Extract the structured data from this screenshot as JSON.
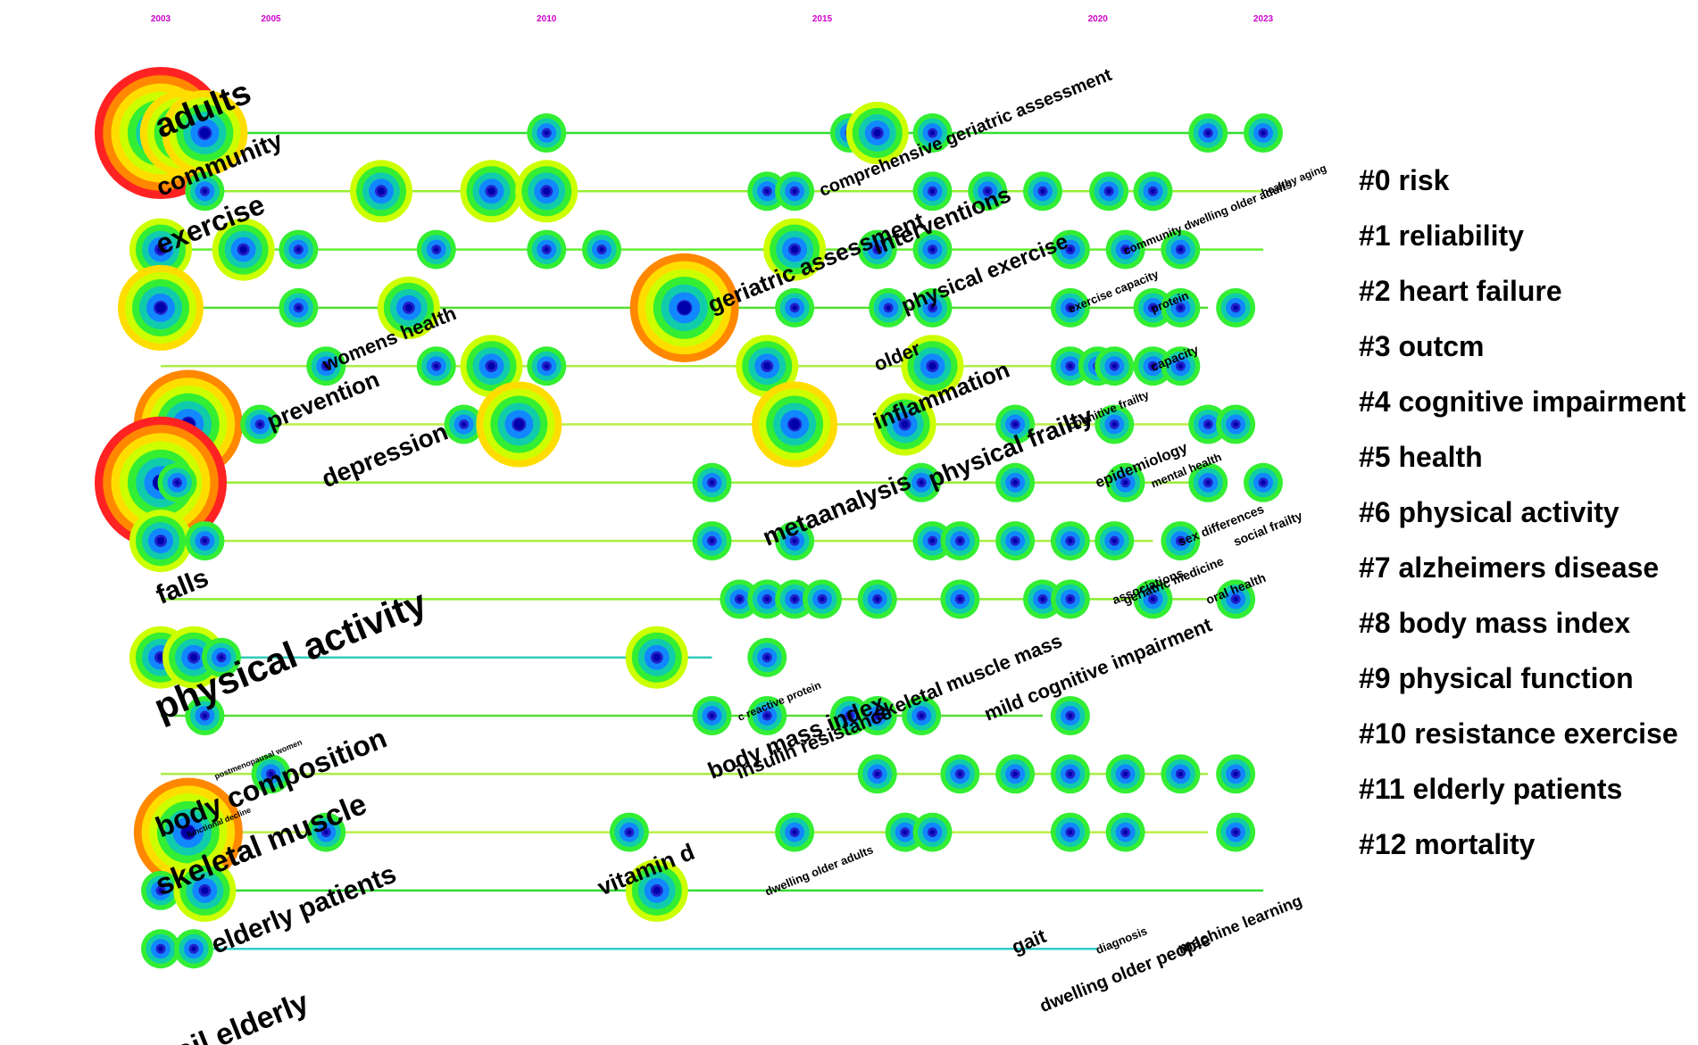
{
  "chart_data": {
    "type": "scatter",
    "title": "",
    "xlabel": "",
    "ylabel": "",
    "x_ticks": [
      2003,
      2005,
      2010,
      2015,
      2020,
      2023
    ],
    "xlim": [
      2003,
      2023
    ],
    "grid": false,
    "legend_position": "right",
    "clusters": [
      {
        "label": "#0 risk"
      },
      {
        "label": "#1 reliability"
      },
      {
        "label": "#2 heart failure"
      },
      {
        "label": "#3 outcm"
      },
      {
        "label": "#4 cognitive impairment"
      },
      {
        "label": "#5 health"
      },
      {
        "label": "#6 physical activity"
      },
      {
        "label": "#7 alzheimers disease"
      },
      {
        "label": "#8 body mass index"
      },
      {
        "label": "#9 physical function"
      },
      {
        "label": "#10 resistance exercise"
      },
      {
        "label": "#11 elderly patients"
      },
      {
        "label": "#12 mortality"
      }
    ],
    "timelines": [
      {
        "row": 0,
        "start": 2003,
        "end": 2023,
        "color": "#33dd33"
      },
      {
        "row": 1,
        "start": 2003,
        "end": 2023,
        "color": "#99ee33"
      },
      {
        "row": 2,
        "start": 2003,
        "end": 2023,
        "color": "#66ee33"
      },
      {
        "row": 3,
        "start": 2003,
        "end": 2022,
        "color": "#55dd33"
      },
      {
        "row": 4,
        "start": 2003,
        "end": 2021,
        "color": "#aaee44"
      },
      {
        "row": 5,
        "start": 2003,
        "end": 2022,
        "color": "#bbee44"
      },
      {
        "row": 6,
        "start": 2003,
        "end": 2022,
        "color": "#99ee33"
      },
      {
        "row": 7,
        "start": 2003,
        "end": 2021,
        "color": "#aaee44"
      },
      {
        "row": 8,
        "start": 2003,
        "end": 2022,
        "color": "#88ee33"
      },
      {
        "row": 9,
        "start": 2003,
        "end": 2013,
        "color": "#33ccbb"
      },
      {
        "row": 10,
        "start": 2003,
        "end": 2019,
        "color": "#55dd33"
      },
      {
        "row": 11,
        "start": 2003,
        "end": 2022,
        "color": "#aaee44"
      },
      {
        "row": 12,
        "start": 2003,
        "end": 2022,
        "color": "#bbee44"
      },
      {
        "row": 13,
        "start": 2003,
        "end": 2023,
        "color": "#33dd33"
      },
      {
        "row": 14,
        "start": 2003,
        "end": 2020,
        "color": "#33cccc"
      }
    ],
    "nodes": [
      {
        "row": 0,
        "year": 2003,
        "size": 5
      },
      {
        "row": 0,
        "year": 2003.4,
        "size": 3
      },
      {
        "row": 0,
        "year": 2003.8,
        "size": 3
      },
      {
        "row": 0,
        "year": 2010,
        "size": 1
      },
      {
        "row": 0,
        "year": 2015.5,
        "size": 1
      },
      {
        "row": 0,
        "year": 2016,
        "size": 2
      },
      {
        "row": 0,
        "year": 2017,
        "size": 1
      },
      {
        "row": 0,
        "year": 2022,
        "size": 1
      },
      {
        "row": 0,
        "year": 2023,
        "size": 1
      },
      {
        "row": 1,
        "year": 2003.8,
        "size": 1
      },
      {
        "row": 1,
        "year": 2007,
        "size": 2
      },
      {
        "row": 1,
        "year": 2009,
        "size": 2
      },
      {
        "row": 1,
        "year": 2010,
        "size": 2
      },
      {
        "row": 1,
        "year": 2014,
        "size": 1
      },
      {
        "row": 1,
        "year": 2014.5,
        "size": 1
      },
      {
        "row": 1,
        "year": 2017,
        "size": 1
      },
      {
        "row": 1,
        "year": 2018,
        "size": 1
      },
      {
        "row": 1,
        "year": 2019,
        "size": 1
      },
      {
        "row": 1,
        "year": 2020.2,
        "size": 1
      },
      {
        "row": 1,
        "year": 2021,
        "size": 1
      },
      {
        "row": 2,
        "year": 2003,
        "size": 2
      },
      {
        "row": 2,
        "year": 2004.5,
        "size": 2
      },
      {
        "row": 2,
        "year": 2005.5,
        "size": 1
      },
      {
        "row": 2,
        "year": 2008,
        "size": 1
      },
      {
        "row": 2,
        "year": 2010,
        "size": 1
      },
      {
        "row": 2,
        "year": 2011,
        "size": 1
      },
      {
        "row": 2,
        "year": 2014.5,
        "size": 2
      },
      {
        "row": 2,
        "year": 2016,
        "size": 1
      },
      {
        "row": 2,
        "year": 2017,
        "size": 1
      },
      {
        "row": 2,
        "year": 2019.5,
        "size": 1
      },
      {
        "row": 2,
        "year": 2020.5,
        "size": 1
      },
      {
        "row": 2,
        "year": 2021.5,
        "size": 1
      },
      {
        "row": 3,
        "year": 2003,
        "size": 3
      },
      {
        "row": 3,
        "year": 2005.5,
        "size": 1
      },
      {
        "row": 3,
        "year": 2007.5,
        "size": 2
      },
      {
        "row": 3,
        "year": 2012.5,
        "size": 4
      },
      {
        "row": 3,
        "year": 2014.5,
        "size": 1
      },
      {
        "row": 3,
        "year": 2016.2,
        "size": 1
      },
      {
        "row": 3,
        "year": 2017,
        "size": 1
      },
      {
        "row": 3,
        "year": 2019.5,
        "size": 1
      },
      {
        "row": 3,
        "year": 2021,
        "size": 1
      },
      {
        "row": 3,
        "year": 2021.5,
        "size": 1
      },
      {
        "row": 3,
        "year": 2022.5,
        "size": 1
      },
      {
        "row": 4,
        "year": 2006,
        "size": 1
      },
      {
        "row": 4,
        "year": 2008,
        "size": 1
      },
      {
        "row": 4,
        "year": 2009,
        "size": 2
      },
      {
        "row": 4,
        "year": 2010,
        "size": 1
      },
      {
        "row": 4,
        "year": 2014,
        "size": 2
      },
      {
        "row": 4,
        "year": 2017,
        "size": 2
      },
      {
        "row": 4,
        "year": 2019.5,
        "size": 1
      },
      {
        "row": 4,
        "year": 2020,
        "size": 1
      },
      {
        "row": 4,
        "year": 2020.3,
        "size": 1
      },
      {
        "row": 4,
        "year": 2021,
        "size": 1
      },
      {
        "row": 4,
        "year": 2021.5,
        "size": 1
      },
      {
        "row": 5,
        "year": 2003.5,
        "size": 4
      },
      {
        "row": 5,
        "year": 2004.8,
        "size": 1
      },
      {
        "row": 5,
        "year": 2008.5,
        "size": 1
      },
      {
        "row": 5,
        "year": 2009.5,
        "size": 3
      },
      {
        "row": 5,
        "year": 2014.5,
        "size": 3
      },
      {
        "row": 5,
        "year": 2016.5,
        "size": 2
      },
      {
        "row": 5,
        "year": 2018.5,
        "size": 1
      },
      {
        "row": 5,
        "year": 2020.3,
        "size": 1
      },
      {
        "row": 5,
        "year": 2022,
        "size": 1
      },
      {
        "row": 5,
        "year": 2022.5,
        "size": 1
      },
      {
        "row": 6,
        "year": 2003,
        "size": 5
      },
      {
        "row": 6,
        "year": 2003.3,
        "size": 1
      },
      {
        "row": 6,
        "year": 2013,
        "size": 1
      },
      {
        "row": 6,
        "year": 2016.8,
        "size": 1
      },
      {
        "row": 6,
        "year": 2018.5,
        "size": 1
      },
      {
        "row": 6,
        "year": 2020.5,
        "size": 1
      },
      {
        "row": 6,
        "year": 2022,
        "size": 1
      },
      {
        "row": 6,
        "year": 2023,
        "size": 1
      },
      {
        "row": 7,
        "year": 2003,
        "size": 2
      },
      {
        "row": 7,
        "year": 2003.8,
        "size": 1
      },
      {
        "row": 7,
        "year": 2013,
        "size": 1
      },
      {
        "row": 7,
        "year": 2014.5,
        "size": 1
      },
      {
        "row": 7,
        "year": 2017,
        "size": 1
      },
      {
        "row": 7,
        "year": 2017.5,
        "size": 1
      },
      {
        "row": 7,
        "year": 2018.5,
        "size": 1
      },
      {
        "row": 7,
        "year": 2019.5,
        "size": 1
      },
      {
        "row": 7,
        "year": 2020.3,
        "size": 1
      },
      {
        "row": 7,
        "year": 2021.5,
        "size": 1
      },
      {
        "row": 8,
        "year": 2013.5,
        "size": 1
      },
      {
        "row": 8,
        "year": 2014,
        "size": 1
      },
      {
        "row": 8,
        "year": 2014.5,
        "size": 1
      },
      {
        "row": 8,
        "year": 2015,
        "size": 1
      },
      {
        "row": 8,
        "year": 2016,
        "size": 1
      },
      {
        "row": 8,
        "year": 2017.5,
        "size": 1
      },
      {
        "row": 8,
        "year": 2019,
        "size": 1
      },
      {
        "row": 8,
        "year": 2019.5,
        "size": 1
      },
      {
        "row": 8,
        "year": 2021,
        "size": 1
      },
      {
        "row": 8,
        "year": 2022.5,
        "size": 1
      },
      {
        "row": 9,
        "year": 2003,
        "size": 2
      },
      {
        "row": 9,
        "year": 2003.6,
        "size": 2
      },
      {
        "row": 9,
        "year": 2004.1,
        "size": 1
      },
      {
        "row": 9,
        "year": 2012,
        "size": 2
      },
      {
        "row": 9,
        "year": 2014,
        "size": 1
      },
      {
        "row": 10,
        "year": 2003.8,
        "size": 1
      },
      {
        "row": 10,
        "year": 2013,
        "size": 1
      },
      {
        "row": 10,
        "year": 2014,
        "size": 1
      },
      {
        "row": 10,
        "year": 2015.5,
        "size": 1
      },
      {
        "row": 10,
        "year": 2016,
        "size": 1
      },
      {
        "row": 10,
        "year": 2016.8,
        "size": 1
      },
      {
        "row": 10,
        "year": 2019.5,
        "size": 1
      },
      {
        "row": 11,
        "year": 2005,
        "size": 1
      },
      {
        "row": 11,
        "year": 2016,
        "size": 1
      },
      {
        "row": 11,
        "year": 2017.5,
        "size": 1
      },
      {
        "row": 11,
        "year": 2018.5,
        "size": 1
      },
      {
        "row": 11,
        "year": 2019.5,
        "size": 1
      },
      {
        "row": 11,
        "year": 2020.5,
        "size": 1
      },
      {
        "row": 11,
        "year": 2021.5,
        "size": 1
      },
      {
        "row": 11,
        "year": 2022.5,
        "size": 1
      },
      {
        "row": 12,
        "year": 2003.5,
        "size": 4
      },
      {
        "row": 12,
        "year": 2006,
        "size": 1
      },
      {
        "row": 12,
        "year": 2011.5,
        "size": 1
      },
      {
        "row": 12,
        "year": 2014.5,
        "size": 1
      },
      {
        "row": 12,
        "year": 2016.5,
        "size": 1
      },
      {
        "row": 12,
        "year": 2017,
        "size": 1
      },
      {
        "row": 12,
        "year": 2019.5,
        "size": 1
      },
      {
        "row": 12,
        "year": 2020.5,
        "size": 1
      },
      {
        "row": 12,
        "year": 2022.5,
        "size": 1
      },
      {
        "row": 13,
        "year": 2003,
        "size": 1
      },
      {
        "row": 13,
        "year": 2003.8,
        "size": 2
      },
      {
        "row": 13,
        "year": 2012,
        "size": 2
      },
      {
        "row": 14,
        "year": 2003,
        "size": 1
      },
      {
        "row": 14,
        "year": 2003.6,
        "size": 1
      }
    ],
    "keywords": [
      {
        "text": "adults",
        "row": 0,
        "year": 2003,
        "size": 38
      },
      {
        "text": "comprehensive geriatric assessment",
        "row": 1,
        "year": 2015,
        "size": 20
      },
      {
        "text": "healthy aging",
        "row": 1,
        "year": 2023,
        "size": 12
      },
      {
        "text": "community",
        "row": 1,
        "year": 2003,
        "size": 28
      },
      {
        "text": "exercise",
        "row": 2,
        "year": 2003,
        "size": 32
      },
      {
        "text": "interventions",
        "row": 2,
        "year": 2016,
        "size": 26
      },
      {
        "text": "geriatric assessment",
        "row": 3,
        "year": 2013,
        "size": 26
      },
      {
        "text": "physical exercise",
        "row": 3,
        "year": 2016.5,
        "size": 24
      },
      {
        "text": "community dwelling older adults",
        "row": 2,
        "year": 2020.5,
        "size": 13
      },
      {
        "text": "exercise capacity",
        "row": 3,
        "year": 2019.5,
        "size": 13
      },
      {
        "text": "protein",
        "row": 3,
        "year": 2021,
        "size": 13
      },
      {
        "text": "womens health",
        "row": 4,
        "year": 2006,
        "size": 22
      },
      {
        "text": "prevention",
        "row": 5,
        "year": 2005,
        "size": 26
      },
      {
        "text": "older",
        "row": 4,
        "year": 2016,
        "size": 22
      },
      {
        "text": "inflammation",
        "row": 5,
        "year": 2016,
        "size": 26
      },
      {
        "text": "cognitive frailty",
        "row": 5,
        "year": 2019.5,
        "size": 13
      },
      {
        "text": "capacity",
        "row": 4,
        "year": 2021,
        "size": 14
      },
      {
        "text": "depression",
        "row": 6,
        "year": 2006,
        "size": 28
      },
      {
        "text": "epidemiology",
        "row": 6,
        "year": 2020,
        "size": 17
      },
      {
        "text": "mental health",
        "row": 6,
        "year": 2021,
        "size": 13
      },
      {
        "text": "physical frailty",
        "row": 6,
        "year": 2017,
        "size": 28
      },
      {
        "text": "metaanalysis",
        "row": 7,
        "year": 2014,
        "size": 28
      },
      {
        "text": "sex differences",
        "row": 7,
        "year": 2021.5,
        "size": 14
      },
      {
        "text": "social frailty",
        "row": 7,
        "year": 2022.5,
        "size": 14
      },
      {
        "text": "associations",
        "row": 8,
        "year": 2020.3,
        "size": 14
      },
      {
        "text": "geriatric medicine",
        "row": 8,
        "year": 2020.5,
        "size": 14
      },
      {
        "text": "oral health",
        "row": 8,
        "year": 2022,
        "size": 14
      },
      {
        "text": "falls",
        "row": 8,
        "year": 2003,
        "size": 30
      },
      {
        "text": "physical activity",
        "row": 10,
        "year": 2003,
        "size": 42
      },
      {
        "text": "skeletal muscle mass",
        "row": 10,
        "year": 2016,
        "size": 22
      },
      {
        "text": "mild cognitive impairment",
        "row": 10,
        "year": 2018,
        "size": 22
      },
      {
        "text": "c reactive protein",
        "row": 10,
        "year": 2013.5,
        "size": 12
      },
      {
        "text": "body mass index",
        "row": 11,
        "year": 2013,
        "size": 26
      },
      {
        "text": "insulin resistance",
        "row": 11,
        "year": 2013.5,
        "size": 22
      },
      {
        "text": "body composition",
        "row": 12,
        "year": 2003,
        "size": 32
      },
      {
        "text": "postmenopausal women",
        "row": 11,
        "year": 2004,
        "size": 9
      },
      {
        "text": "skeletal muscle",
        "row": 13,
        "year": 2003,
        "size": 34
      },
      {
        "text": "functional decline",
        "row": 12,
        "year": 2003.5,
        "size": 9
      },
      {
        "text": "vitamin d",
        "row": 13,
        "year": 2011,
        "size": 26
      },
      {
        "text": "dwelling older adults",
        "row": 13,
        "year": 2014,
        "size": 13
      },
      {
        "text": "elderly patients",
        "row": 14,
        "year": 2004,
        "size": 30
      },
      {
        "text": "gait",
        "row": 14,
        "year": 2018.5,
        "size": 22
      },
      {
        "text": "diagnosis",
        "row": 14,
        "year": 2020,
        "size": 13
      },
      {
        "text": "machine learning",
        "row": 14,
        "year": 2021.5,
        "size": 18
      },
      {
        "text": "dwelling older people",
        "row": 15,
        "year": 2019,
        "size": 20
      },
      {
        "text": "frail elderly",
        "row": 16,
        "year": 2003,
        "size": 34
      }
    ]
  }
}
